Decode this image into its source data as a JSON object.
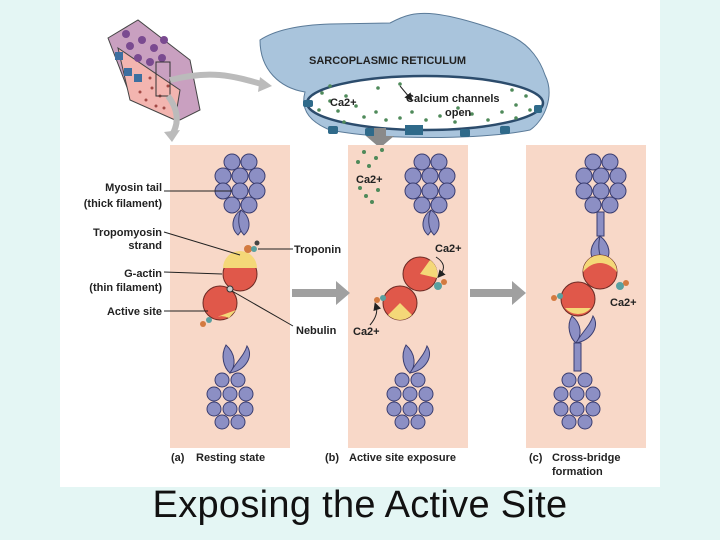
{
  "slide": {
    "title": "Exposing the Active Site"
  },
  "figure": {
    "sarcoplasmic_reticulum": {
      "title": "SARCOPLASMIC RETICULUM",
      "ion": "Ca2+",
      "channels_line1": "Calcium channels",
      "channels_line2": "open"
    },
    "released_ion": "Ca2+",
    "labels": {
      "myosin_tail_line1": "Myosin tail",
      "myosin_tail_line2": "(thick filament)",
      "tropomyosin_line1": "Tropomyosin",
      "tropomyosin_line2": "strand",
      "troponin": "Troponin",
      "gactin_line1": "G-actin",
      "gactin_line2": "(thin filament)",
      "active_site": "Active site",
      "nebulin": "Nebulin"
    },
    "panel_b_ions": [
      "Ca2+",
      "Ca2+"
    ],
    "panel_c_ion": "Ca2+",
    "panels": {
      "a": {
        "letter": "(a)",
        "caption": "Resting state"
      },
      "b": {
        "letter": "(b)",
        "caption": "Active site exposure"
      },
      "c": {
        "letter": "(c)",
        "caption_line1": "Cross-bridge",
        "caption_line2": "formation"
      }
    },
    "colors": {
      "panel_fill": "#f8d8c8",
      "myosin_head": "#8c8fc4",
      "actin_red": "#e0584a",
      "actin_yellow": "#f4d878",
      "reticulum": "#a9c4dc",
      "calcium_dot": "#4f8a5a",
      "arrow_gray": "#a0a0a0"
    }
  }
}
